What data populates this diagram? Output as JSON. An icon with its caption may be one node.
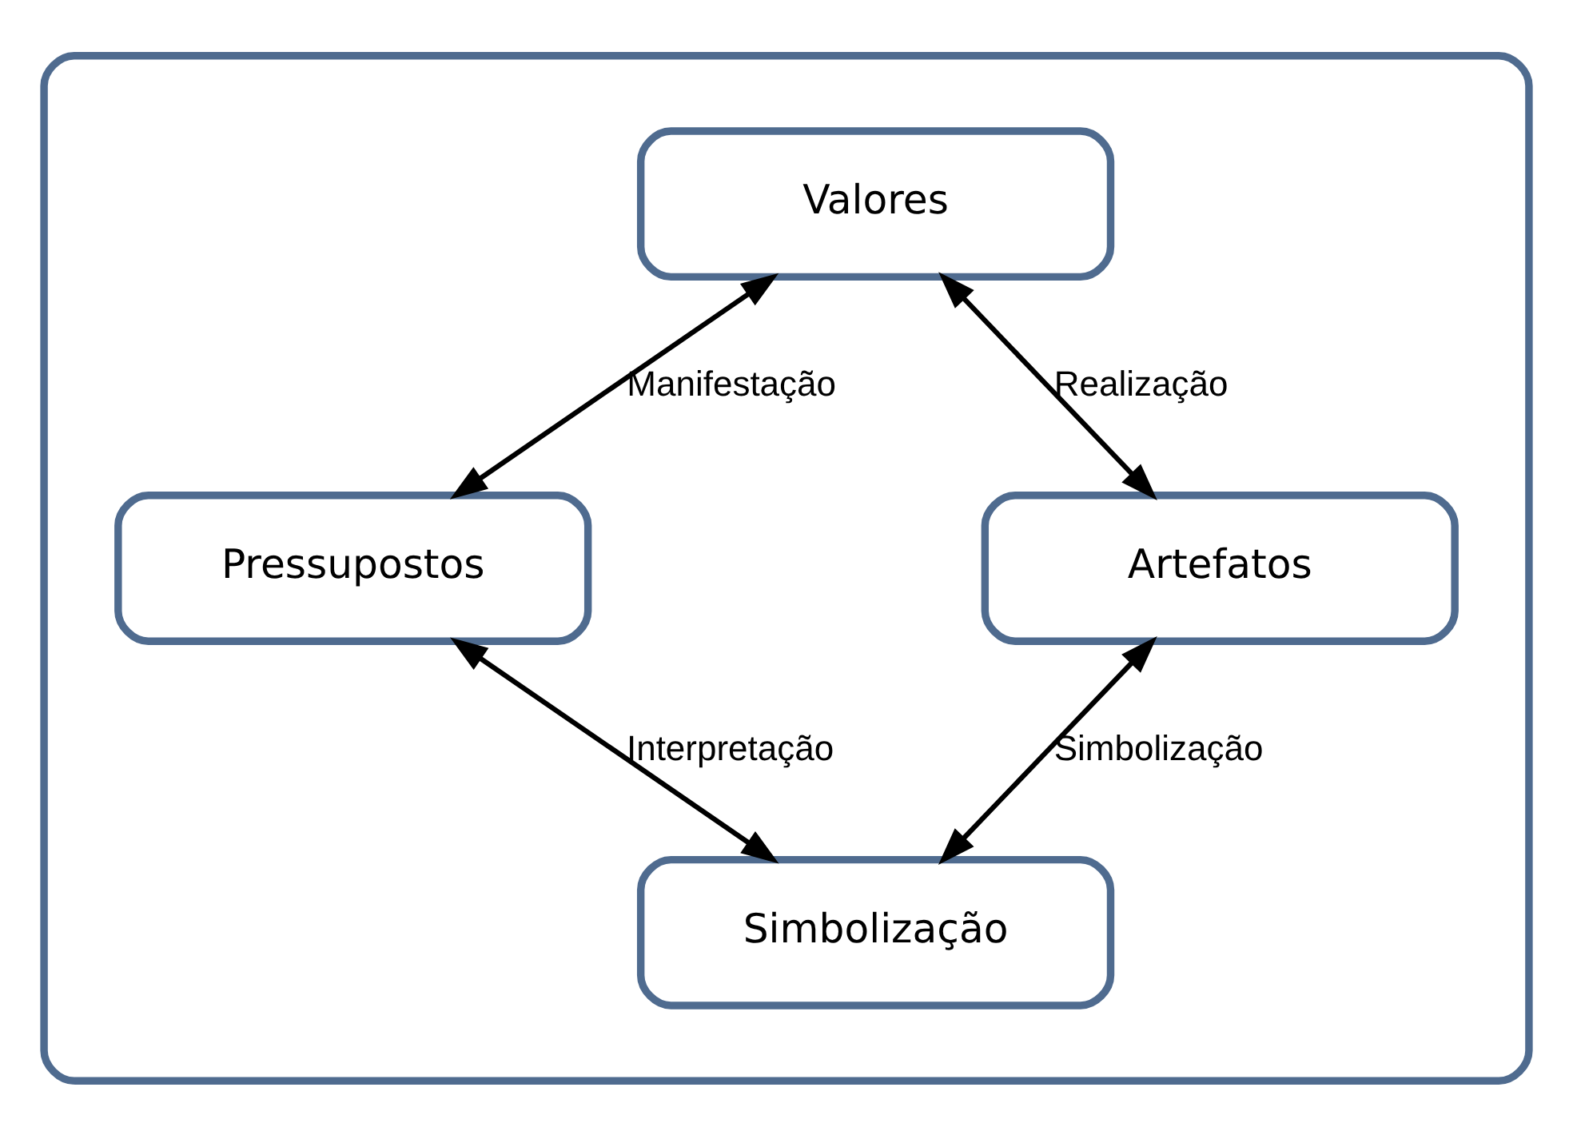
{
  "diagram": {
    "nodes": [
      {
        "text": [],
        "shape": "box"
      },
      {
        "text": [
          "Valores"
        ],
        "in": 0
      },
      {
        "text": [
          "Pressupostos"
        ],
        "in": 0
      },
      {
        "text": [
          "Artefatos"
        ],
        "in": 0
      },
      {
        "text": [
          "Simbolização"
        ],
        "in": 0
      }
    ],
    "edges": [
      {
        "from": 1,
        "to": 2,
        "arrow": "both",
        "label": "Manifestação"
      },
      {
        "from": 1,
        "to": 3,
        "arrow": "both",
        "label": "Realização"
      },
      {
        "from": 2,
        "to": 4,
        "arrow": "both",
        "label": "Interpretação"
      },
      {
        "from": 3,
        "to": 4,
        "arrow": "both",
        "label": "Simbolização"
      }
    ]
  }
}
